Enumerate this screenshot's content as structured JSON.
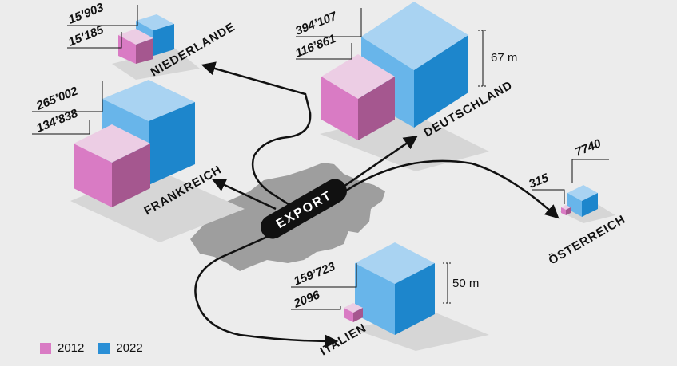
{
  "label": "EXPORT",
  "countries": {
    "niederlande": {
      "name": "NIEDERLANDE",
      "v2012": "15’185",
      "v2022": "15’903"
    },
    "frankreich": {
      "name": "FRANKREICH",
      "v2012": "134’838",
      "v2022": "265’002"
    },
    "deutschland": {
      "name": "DEUTSCHLAND",
      "v2012": "116’861",
      "v2022": "394’107",
      "height_label": "67 m"
    },
    "oesterreich": {
      "name": "ÖSTERREICH",
      "v2012": "315",
      "v2022": "7740"
    },
    "italien": {
      "name": "ITALIEN",
      "v2012": "2096",
      "v2022": "159’723",
      "height_label": "50 m"
    }
  },
  "legend": [
    {
      "label": "2012",
      "color": "#d97bc4"
    },
    {
      "label": "2022",
      "color": "#2a8fd6"
    }
  ]
}
